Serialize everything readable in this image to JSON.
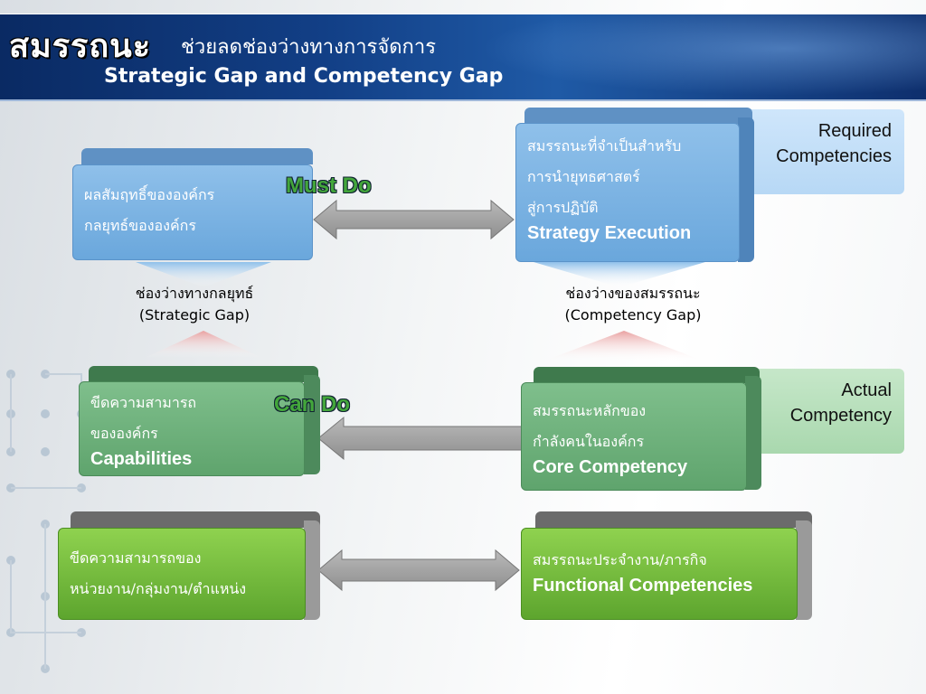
{
  "header": {
    "title_main": "สมรรถนะ",
    "title_sub": "ช่วยลดช่องว่างทางการจัดการ",
    "title_en": "Strategic Gap and Competency Gap"
  },
  "boxes": {
    "org_results": {
      "line1": "ผลสัมฤทธิ์ขององค์กร",
      "line2": "กลยุทธ์ขององค์กร"
    },
    "required": {
      "line1": "สมรรถนะที่จำเป็นสำหรับ",
      "line2": "การนำยุทธศาสตร์",
      "line3": "สู่การปฏิบัติ",
      "en": "Strategy Execution"
    },
    "capabilities": {
      "line1": "ขีดความสามารถ",
      "line2": "ขององค์กร",
      "en": "Capabilities"
    },
    "core": {
      "line1": "สมรรถนะหลักของ",
      "line2": "กำลังคนในองค์กร",
      "en": "Core Competency"
    },
    "unit_cap": {
      "line1": "ขีดความสามารถของ",
      "line2": "หน่วยงาน/กลุ่มงาน/ตำแหน่ง"
    },
    "functional": {
      "line1": "สมรรถนะประจำงาน/ภารกิจ",
      "en": "Functional Competencies"
    }
  },
  "panels": {
    "required": {
      "line1": "Required",
      "line2": "Competencies"
    },
    "actual": {
      "line1": "Actual",
      "line2": "Competency"
    }
  },
  "gaps": {
    "strategic": {
      "th": "ช่องว่างทางกลยุทธ์",
      "en": "(Strategic Gap)"
    },
    "competency": {
      "th": "ช่องว่างของสมรรถนะ",
      "en": "(Competency Gap)"
    }
  },
  "tags": {
    "must_do": "Must Do",
    "can_do": "Can Do"
  },
  "colors": {
    "blue": "#6aa7dc",
    "green": "#5fa46d",
    "lime": "#6cbf3a",
    "header": "#123f86"
  }
}
